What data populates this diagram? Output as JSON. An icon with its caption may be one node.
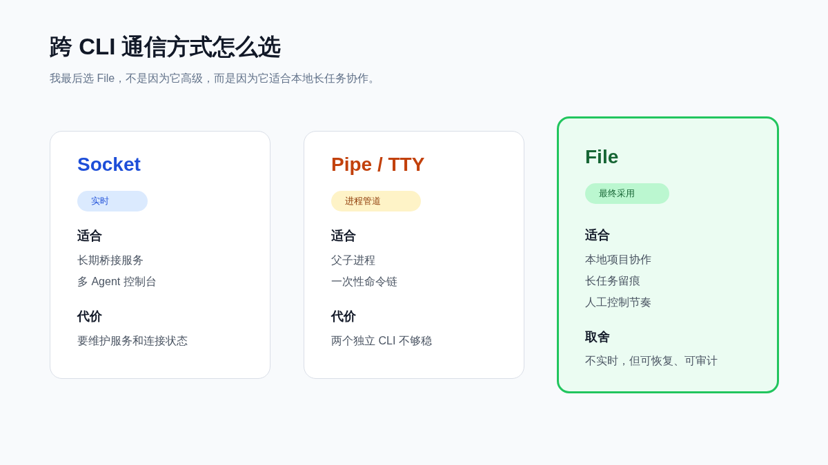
{
  "diagram": {
    "title": "跨 CLI 通信方式怎么选",
    "nodes": [
      {
        "text": [
          "Socket",
          "适合",
          "长期桥接服务",
          "多 Agent 控制台",
          "代价",
          "要维护服务和连接状态"
        ]
      },
      {
        "text": [
          "实时"
        ],
        "in": 0
      },
      {
        "text": [
          "Pipe / TTY",
          "适合",
          "父子进程",
          "一次性命令链",
          "代价",
          "两个独立 CLI 不够稳"
        ]
      },
      {
        "text": [
          "进程管道"
        ],
        "in": 2
      },
      {
        "text": [
          "File",
          "适合",
          "本地项目协作",
          "长任务留痕",
          "人工控制节奏",
          "取舍",
          "不实时，但可恢复、可审计"
        ]
      },
      {
        "text": [
          "最终采用"
        ],
        "in": 4
      }
    ],
    "labels": [
      "我最后选 File，不是因为它高级，而是因为它适合本地长任务协作。"
    ]
  }
}
